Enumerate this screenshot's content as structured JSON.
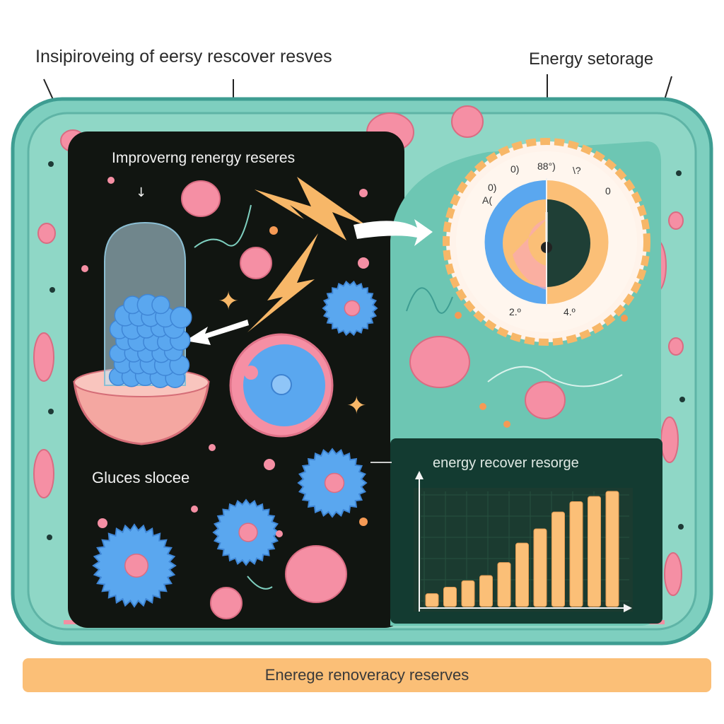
{
  "labels": {
    "top_left": "Insipiroveing of eersy rescover resves",
    "top_right": "Energy setorage",
    "inner_title": "Improverng renergy reseres",
    "glucose": "Gluces slocee",
    "chart_title": "energy recover resorge",
    "bottom_banner": "Enerege renoveracy reserves"
  },
  "gauge": {
    "labels": [
      "0)",
      "88°)",
      "\\?",
      "0)",
      "A(",
      "0",
      "2.º",
      "4.º"
    ]
  },
  "chart_data": {
    "type": "bar",
    "values": [
      1,
      1.5,
      2,
      2.4,
      3.4,
      4.9,
      6.0,
      7.3,
      8.1,
      8.5,
      8.9
    ]
  },
  "colors": {
    "frame": "#7ecfbf",
    "frame_border": "#3e9d92",
    "dark_panel": "#111511",
    "teal_panel": "#6dc6b3",
    "pink": "#f58fa4",
    "blue": "#5aa7ef",
    "orange": "#fbbf77",
    "bar": "#fbbf77"
  }
}
